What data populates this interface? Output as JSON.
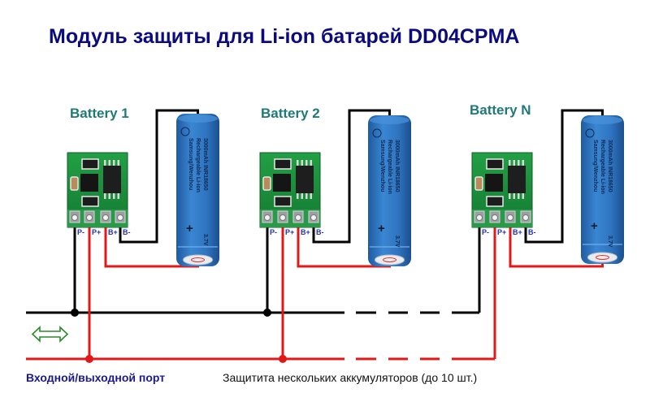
{
  "title": "Модуль защиты для Li-ion батарей DD04CPMA",
  "modules": [
    {
      "label": "Battery 1",
      "pins": [
        "P-",
        "P+",
        "B+",
        "B-"
      ],
      "cell": {
        "brand": "Samsung/Wenzhou",
        "capacity": "3000mAh INR18650",
        "type": "Rechargeable Li-ion",
        "voltage": "3.7V",
        "polarity": "+"
      }
    },
    {
      "label": "Battery 2",
      "pins": [
        "P-",
        "P+",
        "B+",
        "B-"
      ],
      "cell": {
        "brand": "Samsung/Wenzhou",
        "capacity": "3000mAh INR18650",
        "type": "Rechargeable Li-ion",
        "voltage": "3.7V",
        "polarity": "+"
      }
    },
    {
      "label": "Battery N",
      "pins": [
        "P-",
        "P+",
        "B+",
        "B-"
      ],
      "cell": {
        "brand": "Samsung/Wenzhou",
        "capacity": "3000mAh INR18650",
        "type": "Rechargeable Li-ion",
        "voltage": "3.7V",
        "polarity": "+"
      }
    }
  ],
  "port_label": "Входной/выходной порт",
  "note": "Защитита нескольких аккумуляторов (до 10 шт.)",
  "icons": {
    "port_arrow": "double-arrow-icon"
  },
  "colors": {
    "title": "#0b0b7e",
    "battery_label": "#1e7a78",
    "pin_label": "#2230b8",
    "port_label": "#1a1a8c",
    "negative_wire": "#000000",
    "positive_wire": "#e01818",
    "pcb": "#1a8a3a",
    "cell": "#2f74c0",
    "arrow": "#2a8a2a"
  }
}
